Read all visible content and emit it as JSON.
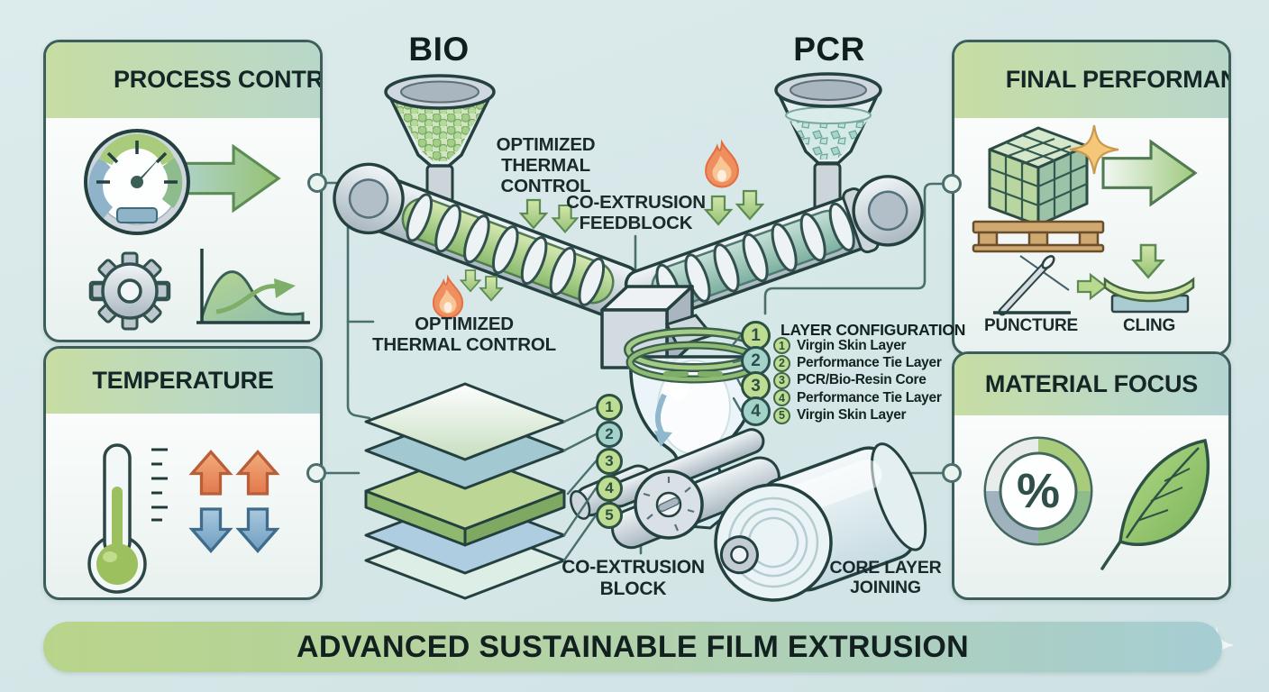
{
  "colors": {
    "background": "#d6e7e8",
    "outline": "#2c4444",
    "accent_green": "#a9cc7c",
    "accent_teal": "#a5cbd2",
    "flame_orange": "#ef8f60"
  },
  "panels": {
    "process_control": {
      "title": "PROCESS CONTROL"
    },
    "temperature": {
      "title": "TEMPERATURE"
    },
    "final_performance": {
      "title": "FINAL PERFORMANCE",
      "puncture_label": "PUNCTURE",
      "cling_label": "CLING"
    },
    "material_focus": {
      "title": "MATERIAL FOCUS",
      "percent_symbol": "%"
    }
  },
  "machine": {
    "bio_hopper_label": "BIO",
    "pcr_hopper_label": "PCR",
    "thermal_control_top": "OPTIMIZED THERMAL CONTROL",
    "feedblock_label": "CO-EXTRUSION FEEDBLOCK",
    "thermal_control_left": "OPTIMIZED THERMAL CONTROL",
    "coextrusion_block_label": "CO-EXTRUSION BLOCK",
    "core_layer_joining_label": "CORE LAYER JOINING"
  },
  "layer_configuration": {
    "title": "LAYER CONFIGURATION",
    "items": [
      {
        "num": "1",
        "label": "Virgin Skin Layer"
      },
      {
        "num": "2",
        "label": "Performance Tie Layer"
      },
      {
        "num": "3",
        "label": "PCR/Bio-Resin Core"
      },
      {
        "num": "4",
        "label": "Performance Tie Layer"
      },
      {
        "num": "5",
        "label": "Virgin Skin Layer"
      }
    ]
  },
  "film_stack_numbers": [
    "1",
    "2",
    "3",
    "4",
    "5"
  ],
  "die_layer_numbers": [
    "1",
    "2",
    "3",
    "4"
  ],
  "banner": {
    "title": "ADVANCED SUSTAINABLE FILM EXTRUSION"
  }
}
